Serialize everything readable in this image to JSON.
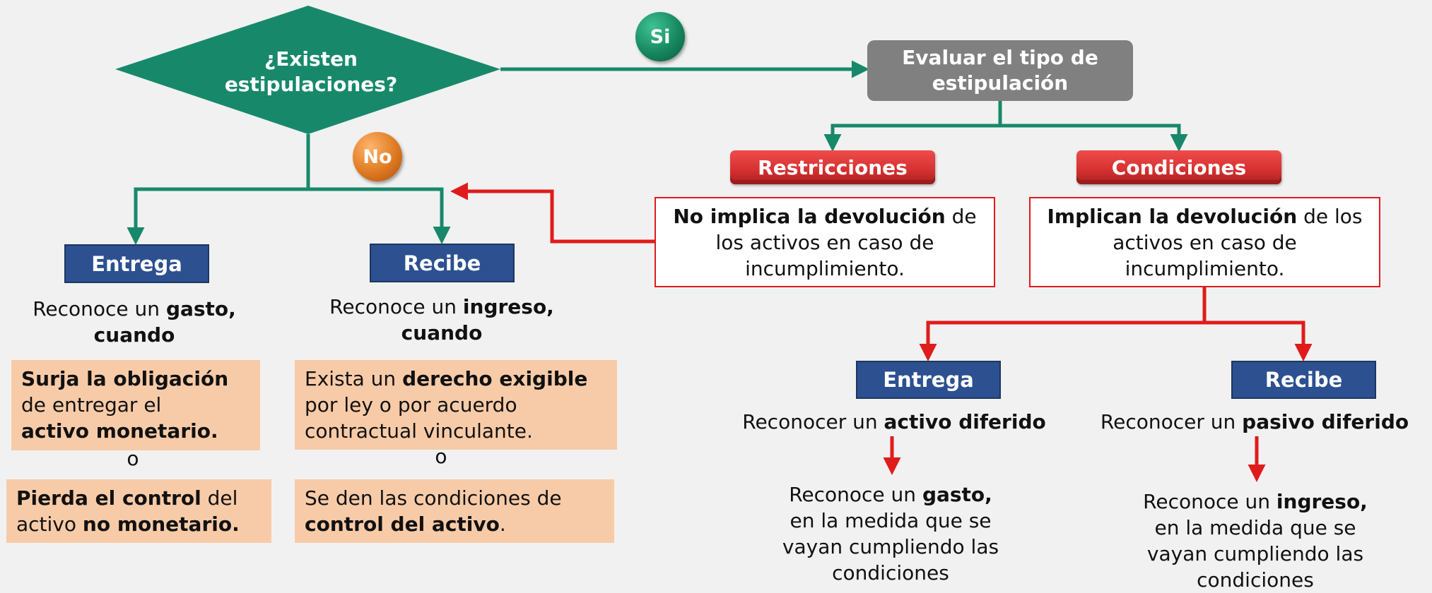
{
  "colors": {
    "green": "#17896a",
    "red": "#e01b1b",
    "blue": "#2c5090",
    "grey": "#808080",
    "peach": "#f8cba8"
  },
  "decision": {
    "line1": "¿Existen",
    "line2": "estipulaciones?"
  },
  "badges": {
    "yes": "Si",
    "no": "No"
  },
  "evaluate": {
    "line1": "Evaluar el tipo de",
    "line2": "estipulación"
  },
  "restricciones": {
    "label": "Restricciones",
    "desc_bold": "No implica la devolución",
    "desc_rest_1": " de",
    "desc_line2": "los activos en caso de",
    "desc_line3": "incumplimiento."
  },
  "condiciones": {
    "label": "Condiciones",
    "desc_bold": "Implican la devolución",
    "desc_rest_1": " de los",
    "desc_line2": "activos en caso de",
    "desc_line3": "incumplimiento."
  },
  "left_entrega": {
    "label": "Entrega",
    "rec_pre": "Reconoce un ",
    "rec_bold": "gasto,",
    "rec_line2": "cuando",
    "box1_bold1": "Surja la obligación",
    "box1_mid": "de entregar el",
    "box1_bold2": "activo monetario.",
    "sep": "o",
    "box2_bold1": "Pierda el control",
    "box2_rest1": " del",
    "box2_pre2": "activo ",
    "box2_bold2": "no monetario."
  },
  "left_recibe": {
    "label": "Recibe",
    "rec_pre": "Reconoce un ",
    "rec_bold": "ingreso,",
    "rec_line2": "cuando",
    "box1_pre": "Exista un ",
    "box1_bold": "derecho exigible",
    "box1_line2": "por ley o por acuerdo",
    "box1_line3": "contractual vinculante.",
    "sep": "o",
    "box2_line1": "Se den las condiciones de",
    "box2_bold": "control del activo",
    "box2_end": "."
  },
  "right_entrega": {
    "label": "Entrega",
    "rec_pre": "Reconocer un ",
    "rec_bold": "activo diferido",
    "out_pre": "Reconoce un ",
    "out_bold": "gasto,",
    "out_line2": "en la medida que se",
    "out_line3": "vayan cumpliendo las",
    "out_line4": "condiciones"
  },
  "right_recibe": {
    "label": "Recibe",
    "rec_pre": "Reconocer un ",
    "rec_bold": "pasivo diferido",
    "out_pre": "Reconoce un ",
    "out_bold": "ingreso,",
    "out_line2": "en la medida que se",
    "out_line3": "vayan cumpliendo las",
    "out_line4": "condiciones"
  }
}
